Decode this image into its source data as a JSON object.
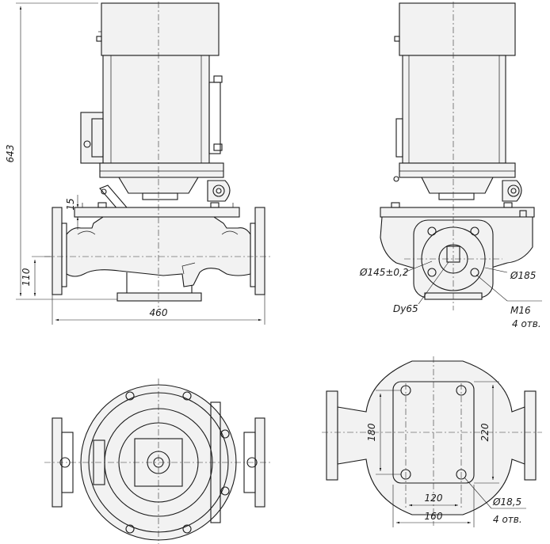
{
  "dimensions": {
    "height_total": "643",
    "height_axis": "110",
    "length_total": "460",
    "motor_gap": "15",
    "flange_pcd": "Ø145±0,2",
    "flange_od": "Ø185",
    "nominal_diameter": "Dy65",
    "flange_thread": "M16",
    "flange_holes": "4 отв.",
    "base_width_holes": "180",
    "base_width": "220",
    "base_length_holes": "120",
    "base_length": "160",
    "base_hole_diameter": "Ø18,5",
    "base_holes": "4 отв."
  }
}
